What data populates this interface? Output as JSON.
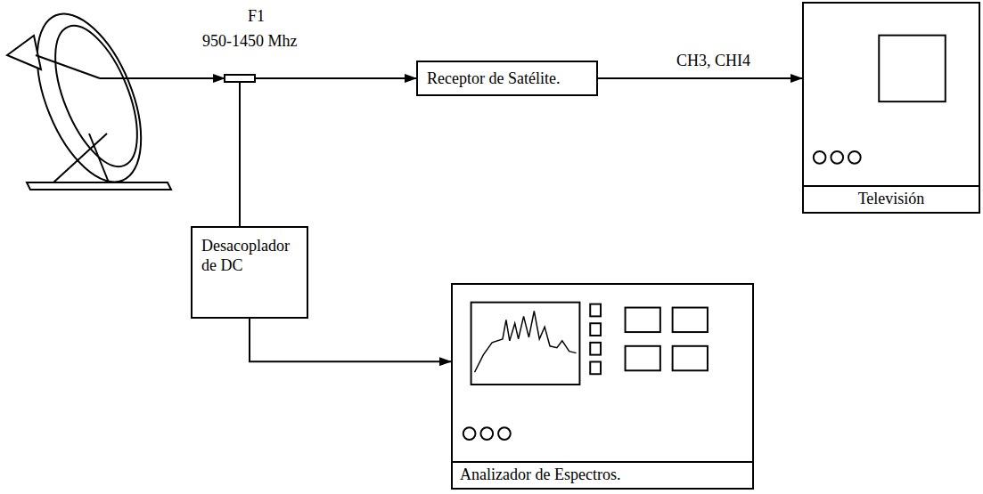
{
  "diagram": {
    "nodes": [
      {
        "text": [
          "Receptor de Satélite."
        ]
      },
      {
        "text": [
          "Televisión"
        ]
      },
      {
        "text": [
          "Desacoplador de DC"
        ]
      },
      {
        "text": [
          "Analizador de Espectros."
        ]
      }
    ],
    "edges": [
      {
        "from": 0,
        "to": 1,
        "arrow": "to",
        "label": "CH3, CHI4"
      },
      {
        "from": 2,
        "to": 3,
        "arrow": "to"
      }
    ],
    "labels": [
      "F1",
      "950-1450 Mhz"
    ]
  }
}
